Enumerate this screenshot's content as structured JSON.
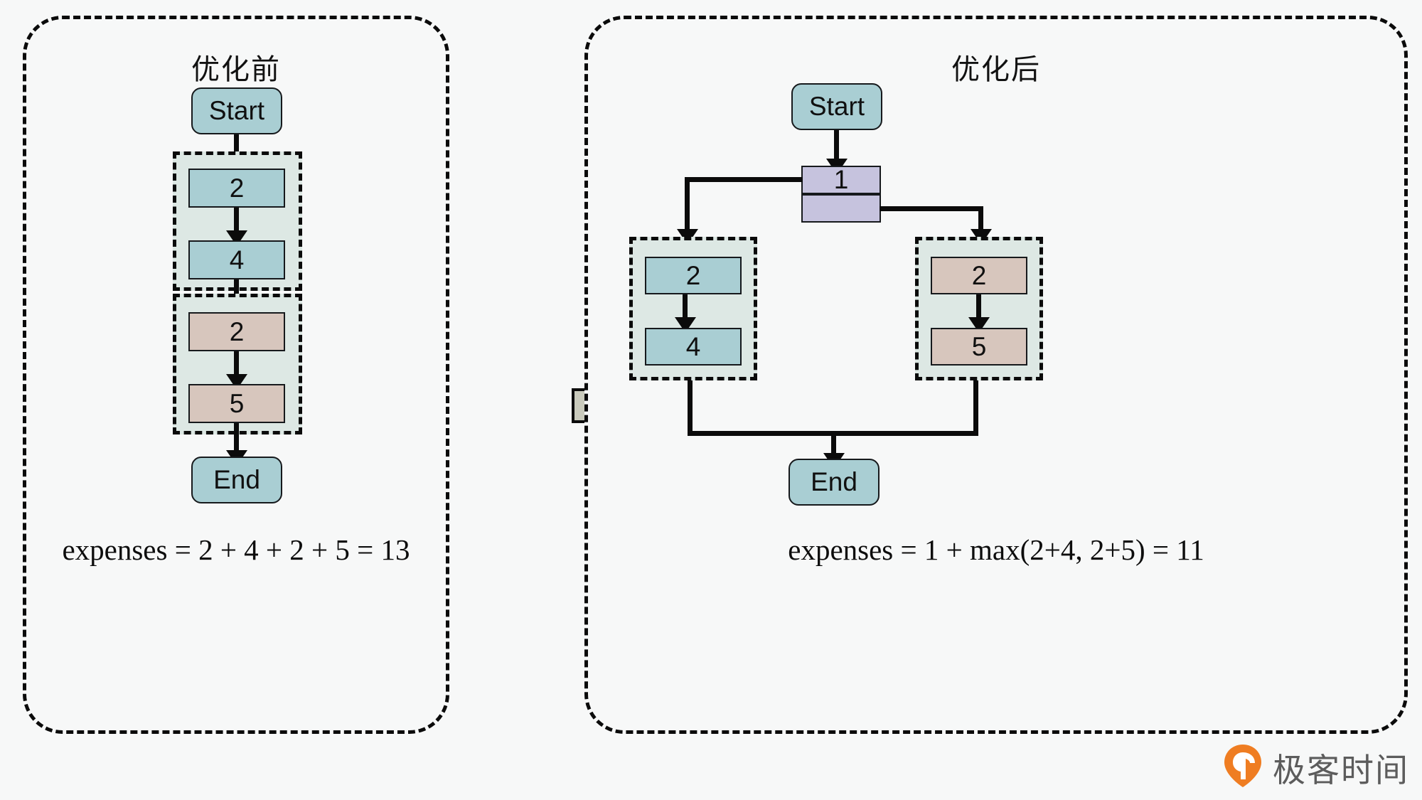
{
  "diagram": {
    "panels": [
      {
        "id": "before",
        "title": "优化前",
        "formula": "expenses = 2 + 4 + 2 + 5 = 13",
        "start_label": "Start",
        "end_label": "End",
        "groups": [
          {
            "nodes": [
              "2",
              "4"
            ],
            "color": "teal"
          },
          {
            "nodes": [
              "2",
              "5"
            ],
            "color": "tan"
          }
        ]
      },
      {
        "id": "after",
        "title": "优化后",
        "formula": "expenses = 1 + max(2+4, 2+5) = 11",
        "start_label": "Start",
        "end_label": "End",
        "fork_label": "1",
        "fork_label_bottom": "",
        "groups": [
          {
            "nodes": [
              "2",
              "4"
            ],
            "color": "teal"
          },
          {
            "nodes": [
              "2",
              "5"
            ],
            "color": "tan"
          }
        ]
      }
    ],
    "transition": "arrow-right",
    "colors": {
      "teal": "#a9ced3",
      "tan": "#d7c6bd",
      "lavender": "#c6c3de",
      "group_fill": "#dde8e4",
      "stroke": "#0b0b0b",
      "transition_arrow": "#c9cabc",
      "background": "#f7f8f8"
    }
  },
  "watermark": {
    "text": "极客时间",
    "logo_color": "#ef7d22"
  },
  "chart_data": {
    "type": "diagram",
    "title": "Task scheduling optimization: serial vs parallel",
    "nodes_before": [
      {
        "label": "Start",
        "cost": null
      },
      {
        "label": "2",
        "cost": 2
      },
      {
        "label": "4",
        "cost": 4
      },
      {
        "label": "2",
        "cost": 2
      },
      {
        "label": "5",
        "cost": 5
      },
      {
        "label": "End",
        "cost": null
      }
    ],
    "nodes_after": [
      {
        "label": "Start",
        "cost": null
      },
      {
        "label": "1",
        "cost": 1
      },
      {
        "label": "2",
        "cost": 2
      },
      {
        "label": "4",
        "cost": 4
      },
      {
        "label": "2",
        "cost": 2
      },
      {
        "label": "5",
        "cost": 5
      },
      {
        "label": "End",
        "cost": null
      }
    ],
    "total_before": 13,
    "total_after": 11
  }
}
